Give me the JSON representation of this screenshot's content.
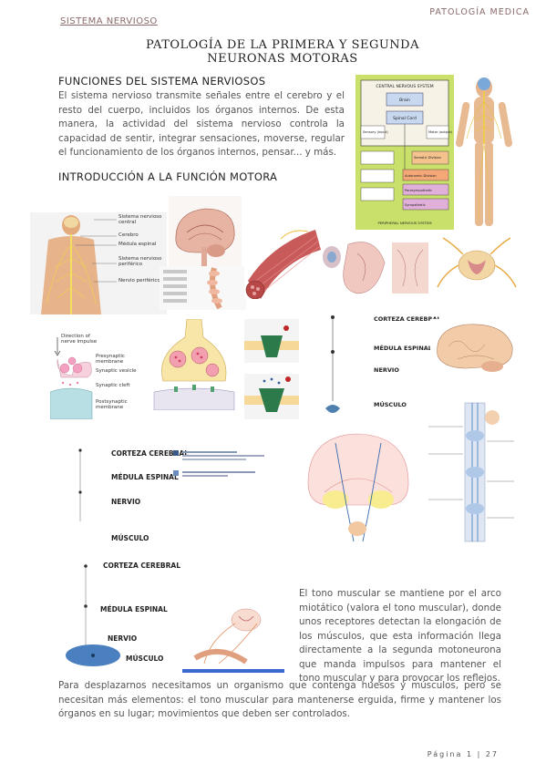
{
  "header": {
    "section": "SISTEMA NERVIOSO",
    "subject": "PATOLOGÍA MEDICA"
  },
  "title": "PATOLOGÍA DE LA PRIMERA Y SEGUNDA NEURONAS MOTORAS",
  "section1": {
    "heading": "FUNCIONES DEL SISTEMA NERVIOSOS",
    "text": "El sistema nervioso transmite señales entre el cerebro y el resto del cuerpo, incluidos los órganos internos. De esta manera, la actividad del sistema nervioso controla la capacidad de sentir, integrar sensaciones, moverse, regular el funcionamiento de los órganos internos, pensar... y más."
  },
  "section2": {
    "heading": "INTRODUCCIÓN A LA FUNCIÓN MOTORA"
  },
  "diagram_cns": {
    "title": "CENTRAL NERVOUS SYSTEM",
    "brain": "Brain",
    "spinal": "Spinal Cord",
    "pns": "PERIPHERAL NERVOUS SYSTEM",
    "sensory": "Sensory (input)",
    "motor": "Motor (output)",
    "somatic": "Somatic Division",
    "autonomic": "Autonomic Division",
    "parasym": "Parasympathetic",
    "sympathetic": "Sympathetic"
  },
  "body_fig": {
    "l1": "Sistema nervioso central",
    "l2": "Cerebro",
    "l3": "Médula espinal",
    "l4": "Sistema nervioso periférico",
    "l5": "Nervio periférico"
  },
  "synapse_fig": {
    "l1": "Direction of nerve impulse",
    "l2": "Presynaptic membrane",
    "l3": "Synaptic vesicle",
    "l4": "Synaptic cleft",
    "l5": "Postsynaptic membrane"
  },
  "pathway1": {
    "l1": "CORTEZA CEREBRAL",
    "l2": "MÉDULA ESPINAL",
    "l3": "NERVIO",
    "l4": "MÚSCULO"
  },
  "pathway2": {
    "l1": "CORTEZA CEREBRAL",
    "l2": "MÉDULA ESPINAL",
    "l3": "NERVIO",
    "l4": "MÚSCULO"
  },
  "pathway3": {
    "l1": "CORTEZA CEREBRAL",
    "l2": "MÉDULA ESPINAL",
    "l3": "NERVIO",
    "l4": "MÚSCULO"
  },
  "tono_text": "El tono muscular se mantiene por el arco miotático (valora el tono muscular), donde unos receptores detectan la elongación de los músculos, que esta información llega directamente a la segunda motoneurona que manda impulsos para mantener el tono muscular y para provocar los reflejos.",
  "final_text": "Para desplazarnos necesitamos un organismo que contenga huesos y músculos, pero se necesitan más elementos: el tono muscular para mantenerse erguida, firme y mantener los órganos en su lugar; movimientos que deben ser controlados.",
  "footer": "Página 1 | 27",
  "colors": {
    "header": "#8a6a6a",
    "accent_green": "#b5d36b",
    "accent_orange": "#f0a050",
    "muscle_red": "#c85a5a",
    "brain_pink": "#e8b0a0"
  }
}
